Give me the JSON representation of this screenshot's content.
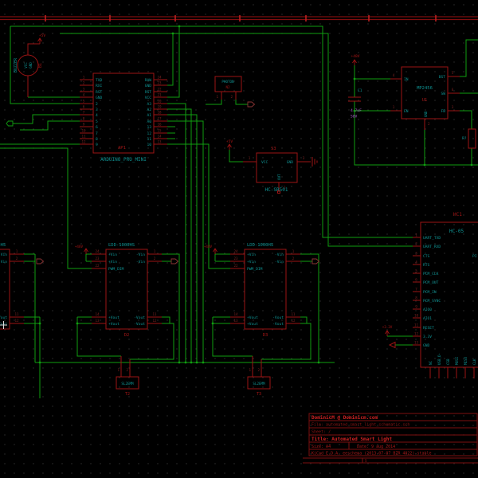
{
  "colors": {
    "background": "#000000",
    "wire_green": "#119e11",
    "component_red": "#9c1414",
    "pin_number_red": "#7d2222",
    "label_cyan": "#0f9494",
    "value_purple": "#a85cc8",
    "bus_red": "#7e0e0e",
    "title_bright_red": "#cf2222",
    "grid_dot": "#2e2e2e"
  },
  "power_labels": {
    "p5v": "+5V",
    "p48v": "+48V",
    "p3v3": "+3.3V"
  },
  "buzzer": {
    "ref": "B1",
    "value": "BUZZER",
    "pin_a": "VCC",
    "pin_b": "GND"
  },
  "arduino": {
    "ref": "AP1",
    "value": "ARDUINO_PRO_MINI",
    "left_pins": [
      {
        "num": "1",
        "name": "TXD"
      },
      {
        "num": "2",
        "name": "RXI"
      },
      {
        "num": "3",
        "name": "RST"
      },
      {
        "num": "4",
        "name": "GND"
      },
      {
        "num": "5",
        "name": "2"
      },
      {
        "num": "6",
        "name": "3"
      },
      {
        "num": "7",
        "name": "4"
      },
      {
        "num": "8",
        "name": "5"
      },
      {
        "num": "9",
        "name": "6"
      },
      {
        "num": "10",
        "name": "7"
      },
      {
        "num": "11",
        "name": "8"
      },
      {
        "num": "12",
        "name": "9"
      }
    ],
    "right_pins": [
      {
        "num": "24",
        "name": "RAW"
      },
      {
        "num": "23",
        "name": "GND"
      },
      {
        "num": "22",
        "name": "RST"
      },
      {
        "num": "21",
        "name": "VCC"
      },
      {
        "num": "20",
        "name": "A3"
      },
      {
        "num": "19",
        "name": "A2"
      },
      {
        "num": "18",
        "name": "A1"
      },
      {
        "num": "17",
        "name": "A0"
      },
      {
        "num": "16",
        "name": "13"
      },
      {
        "num": "15",
        "name": "12"
      },
      {
        "num": "14",
        "name": "11"
      },
      {
        "num": "13",
        "name": "10"
      }
    ]
  },
  "photon": {
    "ref": "N2",
    "value": "PHOTON",
    "pin1": "1",
    "pin2": "2"
  },
  "regulator": {
    "ref": "U1",
    "value": "MP2456",
    "pin_in": {
      "num": "4",
      "name": "IN"
    },
    "pin_en": {
      "num": "1",
      "name": "EN"
    },
    "pin_bst": {
      "num": "5",
      "name": "BST"
    },
    "pin_sw": {
      "num": "6",
      "name": "SW"
    },
    "pin_fb": {
      "num": "3",
      "name": "FB"
    },
    "pin_gnd": {
      "num": "2",
      "name": "GND"
    }
  },
  "cap": {
    "ref": "C1",
    "value": "4.7uF",
    "voltage": "50V"
  },
  "resistor": {
    "ref": "R?"
  },
  "pir": {
    "ref": "S3",
    "value": "HC-SR501",
    "pin_vcc": {
      "num": "1",
      "name": "VCC"
    },
    "pin_gnd": {
      "num": "3",
      "name": "GND"
    },
    "pin_out": {
      "num": "2",
      "name": "OUT"
    }
  },
  "bluetooth": {
    "ref": "HC1",
    "value": "HC-05",
    "left_pins": [
      {
        "num": "1",
        "name": "UART_TXD"
      },
      {
        "num": "2",
        "name": "UART_RXD"
      },
      {
        "num": "3",
        "name": "CTS"
      },
      {
        "num": "4",
        "name": "RTS"
      },
      {
        "num": "5",
        "name": "PCM_CLK"
      },
      {
        "num": "6",
        "name": "PCM_OUT"
      },
      {
        "num": "7",
        "name": "PCM_IN"
      },
      {
        "num": "8",
        "name": "PCM_SYNC"
      },
      {
        "num": "9",
        "name": "AIO0"
      },
      {
        "num": "10",
        "name": "AIO1"
      },
      {
        "num": "11",
        "name": "RESET"
      },
      {
        "num": "12",
        "name": "3.3V"
      },
      {
        "num": "13",
        "name": "GND"
      }
    ],
    "bottom_pins": [
      "NC",
      "USB_D-",
      "CSB",
      "MOSI",
      "MISO",
      "CLK"
    ],
    "right_label_fragment": "PI"
  },
  "driver": {
    "title": "LDD-1000HS",
    "ref2": "D2",
    "ref3": "D3",
    "left_top": [
      {
        "num": "24",
        "name": "+Vin"
      },
      {
        "num": "23",
        "name": "+Vin"
      },
      {
        "num": "22",
        "name": "PWM_DIM"
      }
    ],
    "right_top": [
      {
        "num": "1",
        "name": "-Vin"
      },
      {
        "num": "2",
        "name": "-Vin"
      }
    ],
    "left_bottom": [
      {
        "num": "14",
        "name": "+Vout"
      },
      {
        "num": "13",
        "name": "+Vout"
      }
    ],
    "right_bottom": [
      {
        "num": "11",
        "name": "-Vout"
      },
      {
        "num": "12",
        "name": "-Vout"
      }
    ]
  },
  "connectors": {
    "value": "SL2EMM",
    "t2": "T2",
    "t3": "T3",
    "pin1": "1",
    "pin2": "2"
  },
  "title_block": {
    "author": "DominicM @ Dominicm.com",
    "file": "File: automated_smart_light_schematic.sch",
    "sheet": "Sheet: /",
    "title": "Title: Automated Smart Light",
    "size": "Size: A4",
    "date": "Date: 9 aug 2014",
    "generator": "KiCad E.D.A.  eeschema (2013-07-07 BZR 4022)-stable",
    "frame_index": "5"
  }
}
